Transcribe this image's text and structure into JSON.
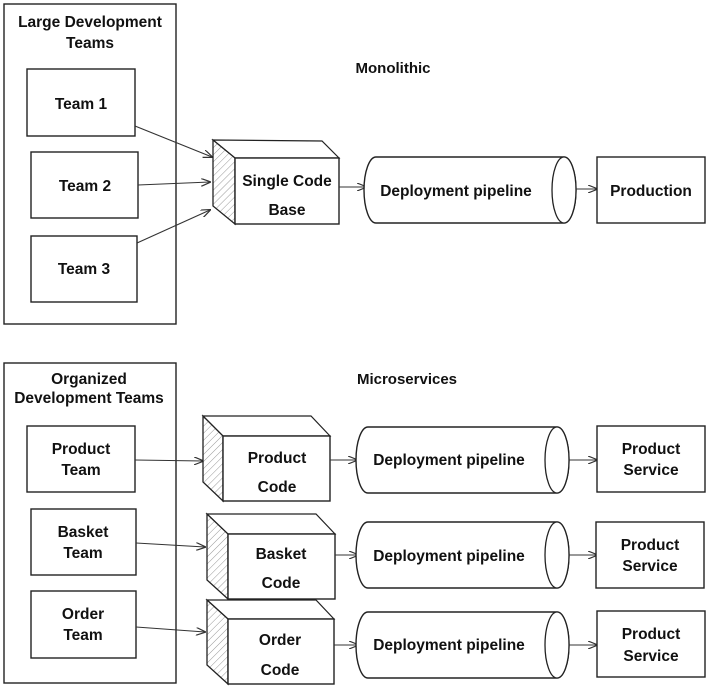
{
  "monolithic": {
    "section_title": "Monolithic",
    "group_title_line1": "Large Development",
    "group_title_line2": "Teams",
    "teams": [
      "Team 1",
      "Team 2",
      "Team 3"
    ],
    "codebase_line1": "Single Code",
    "codebase_line2": "Base",
    "pipeline": "Deployment pipeline",
    "target": "Production"
  },
  "microservices": {
    "section_title": "Microservices",
    "group_title_line1": "Organized",
    "group_title_line2": "Development Teams",
    "rows": [
      {
        "team_line1": "Product",
        "team_line2": "Team",
        "code_line1": "Product",
        "code_line2": "Code",
        "pipeline": "Deployment pipeline",
        "service_line1": "Product",
        "service_line2": "Service"
      },
      {
        "team_line1": "Basket",
        "team_line2": "Team",
        "code_line1": "Basket",
        "code_line2": "Code",
        "pipeline": "Deployment pipeline",
        "service_line1": "Product",
        "service_line2": "Service"
      },
      {
        "team_line1": "Order",
        "team_line2": "Team",
        "code_line1": "Order",
        "code_line2": "Code",
        "pipeline": "Deployment pipeline",
        "service_line1": "Product",
        "service_line2": "Service"
      }
    ]
  }
}
